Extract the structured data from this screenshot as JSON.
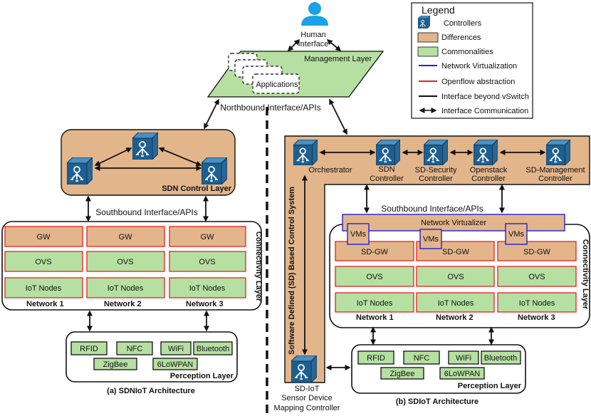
{
  "legend": {
    "title": "Legend",
    "items": [
      "Controllers",
      "Differences",
      "Commonalities",
      "Network Virtualization",
      "Openflow abstraction",
      "Interface beyond vSwitch",
      "Interface Communication"
    ],
    "colors": {
      "differences": "#e3b58b",
      "commonalities": "#b5e0a1",
      "virtualization": "#2222cc",
      "openflow": "#e52222",
      "interface": "#111111"
    }
  },
  "top": {
    "human_interface": [
      "Human",
      "Interface"
    ],
    "management_layer": "Management Layer",
    "applications": "Applications",
    "northbound": "Northbound Interface/APIs"
  },
  "left": {
    "control_layer": "SDN Control Layer",
    "southbound": "Southbound Interface/APIs",
    "connectivity_layer": "Connectivity Layer",
    "networks": [
      {
        "name": "Network 1",
        "gw": "GW",
        "ovs": "OVS",
        "iot": "IoT Nodes"
      },
      {
        "name": "Network 2",
        "gw": "GW",
        "ovs": "OVS",
        "iot": "IoT Nodes"
      },
      {
        "name": "Network 3",
        "gw": "GW",
        "ovs": "OVS",
        "iot": "IoT Nodes"
      }
    ],
    "perception": {
      "items": [
        "RFID",
        "NFC",
        "WiFi",
        "Bluetooth",
        "ZigBee",
        "6LoWPAN"
      ],
      "title": "Perception Layer"
    },
    "caption": "(a) SDNIoT Architecture"
  },
  "right": {
    "controllers": [
      {
        "lines": [
          "Orchestrator"
        ],
        "icon": "controller-icon"
      },
      {
        "lines": [
          "SDN",
          "Controller"
        ],
        "icon": "controller-icon"
      },
      {
        "lines": [
          "SD-Security",
          "Controller"
        ],
        "icon": "controller-icon"
      },
      {
        "lines": [
          "Openstack",
          "Controller"
        ],
        "icon": "controller-icon"
      },
      {
        "lines": [
          "SD-Management",
          "Controller"
        ],
        "icon": "controller-icon"
      }
    ],
    "sd_system": "Software Defined (SD) Based Control System",
    "southbound": "Southbound Interface/APIs",
    "network_virtualizer": "Network Virtualizer",
    "vms": "VMs",
    "connectivity_layer": "Connectivity Layer",
    "networks": [
      {
        "name": "Network 1",
        "gw": "SD-GW",
        "ovs": "OVS",
        "iot": "IoT Nodes"
      },
      {
        "name": "Network 2",
        "gw": "SD-GW",
        "ovs": "OVS",
        "iot": "IoT Nodes"
      },
      {
        "name": "Network 3",
        "gw": "SD-GW",
        "ovs": "OVS",
        "iot": "IoT Nodes"
      }
    ],
    "mapping_controller": [
      "SD-IoT",
      "Sensor Device",
      "Mapping Controller"
    ],
    "perception": {
      "items": [
        "RFID",
        "NFC",
        "WiFi",
        "Bluetooth",
        "ZigBee",
        "6LoWPAN"
      ],
      "title": "Perception Layer"
    },
    "caption": "(b) SDIoT Architecture"
  }
}
